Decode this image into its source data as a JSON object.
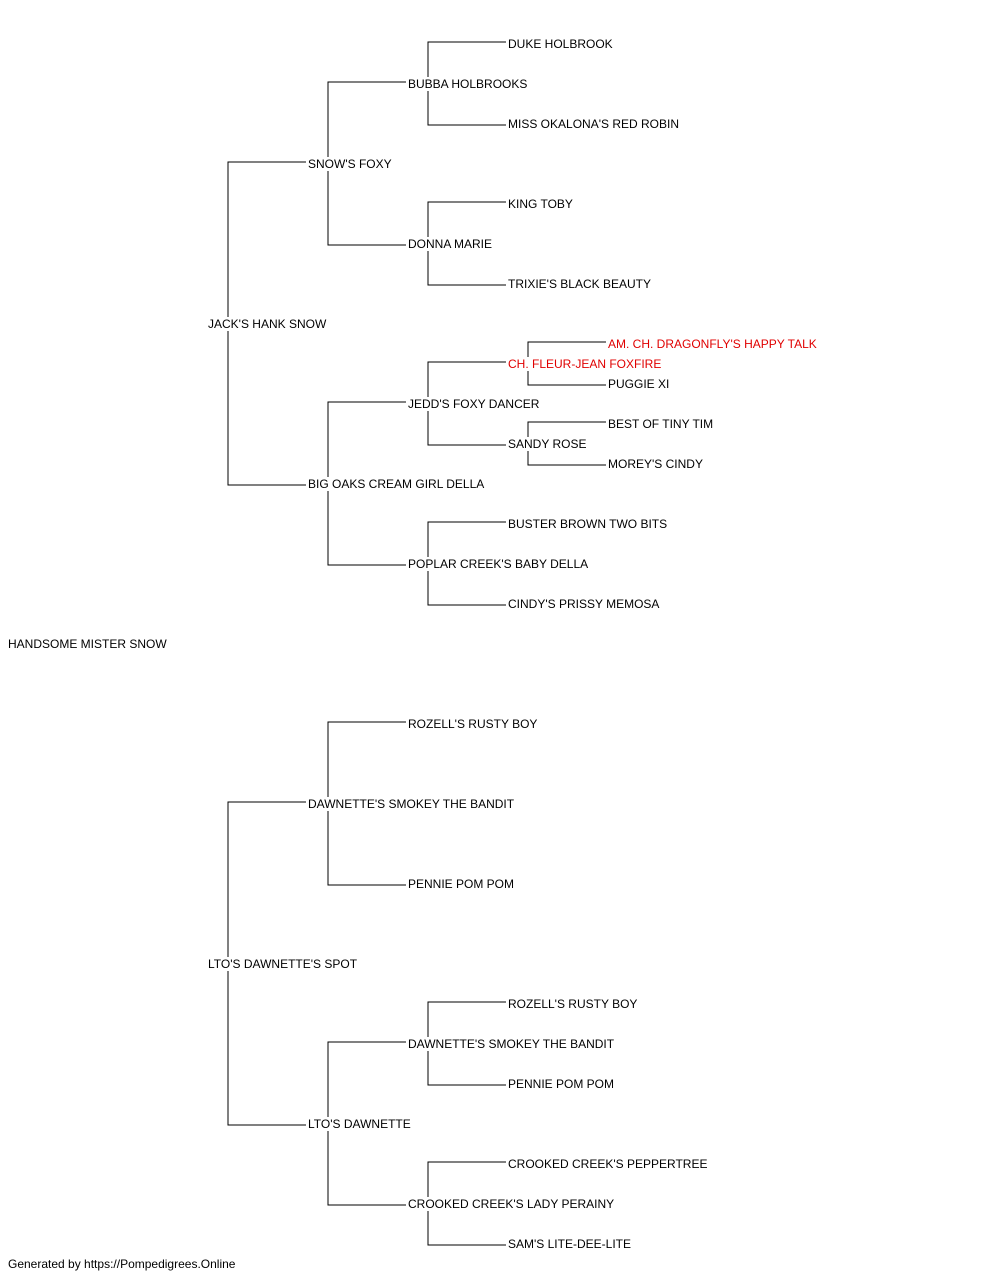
{
  "pedigree": {
    "subject": "HANDSOME MISTER SNOW",
    "sire": {
      "name": "JACK'S HANK SNOW",
      "sire": {
        "name": "SNOW'S FOXY",
        "sire": {
          "name": "BUBBA HOLBROOKS",
          "sire": {
            "name": "DUKE HOLBROOK"
          },
          "dam": {
            "name": "MISS OKALONA'S RED ROBIN"
          }
        },
        "dam": {
          "name": "DONNA MARIE",
          "sire": {
            "name": "KING TOBY"
          },
          "dam": {
            "name": "TRIXIE'S BLACK BEAUTY"
          }
        }
      },
      "dam": {
        "name": "BIG OAKS CREAM GIRL DELLA",
        "sire": {
          "name": "JEDD'S FOXY DANCER",
          "sire": {
            "name": "CH. FLEUR-JEAN FOXFIRE",
            "highlight": true,
            "sire": {
              "name": "AM. CH. DRAGONFLY'S HAPPY TALK",
              "highlight": true
            },
            "dam": {
              "name": "PUGGIE XI"
            }
          },
          "dam": {
            "name": "SANDY ROSE",
            "sire": {
              "name": "BEST OF TINY TIM"
            },
            "dam": {
              "name": "MOREY'S CINDY"
            }
          }
        },
        "dam": {
          "name": "POPLAR CREEK'S BABY DELLA",
          "sire": {
            "name": "BUSTER BROWN TWO BITS"
          },
          "dam": {
            "name": "CINDY'S PRISSY MEMOSA"
          }
        }
      }
    },
    "dam": {
      "name": "LTO'S DAWNETTE'S SPOT",
      "sire": {
        "name": "DAWNETTE'S SMOKEY THE BANDIT",
        "sire": {
          "name": "ROZELL'S RUSTY BOY"
        },
        "dam": {
          "name": "PENNIE POM POM"
        }
      },
      "dam": {
        "name": "LTO'S DAWNETTE",
        "sire": {
          "name": "DAWNETTE'S SMOKEY THE BANDIT",
          "sire": {
            "name": "ROZELL'S RUSTY BOY"
          },
          "dam": {
            "name": "PENNIE POM POM"
          }
        },
        "dam": {
          "name": "CROOKED CREEK'S LADY PERAINY",
          "sire": {
            "name": "CROOKED CREEK'S PEPPERTREE"
          },
          "dam": {
            "name": "SAM'S LITE-DEE-LITE"
          }
        }
      }
    }
  },
  "colors": {
    "highlight": "#e00000",
    "line": "#000000"
  },
  "footer": "Generated by https://Pompedigrees.Online"
}
